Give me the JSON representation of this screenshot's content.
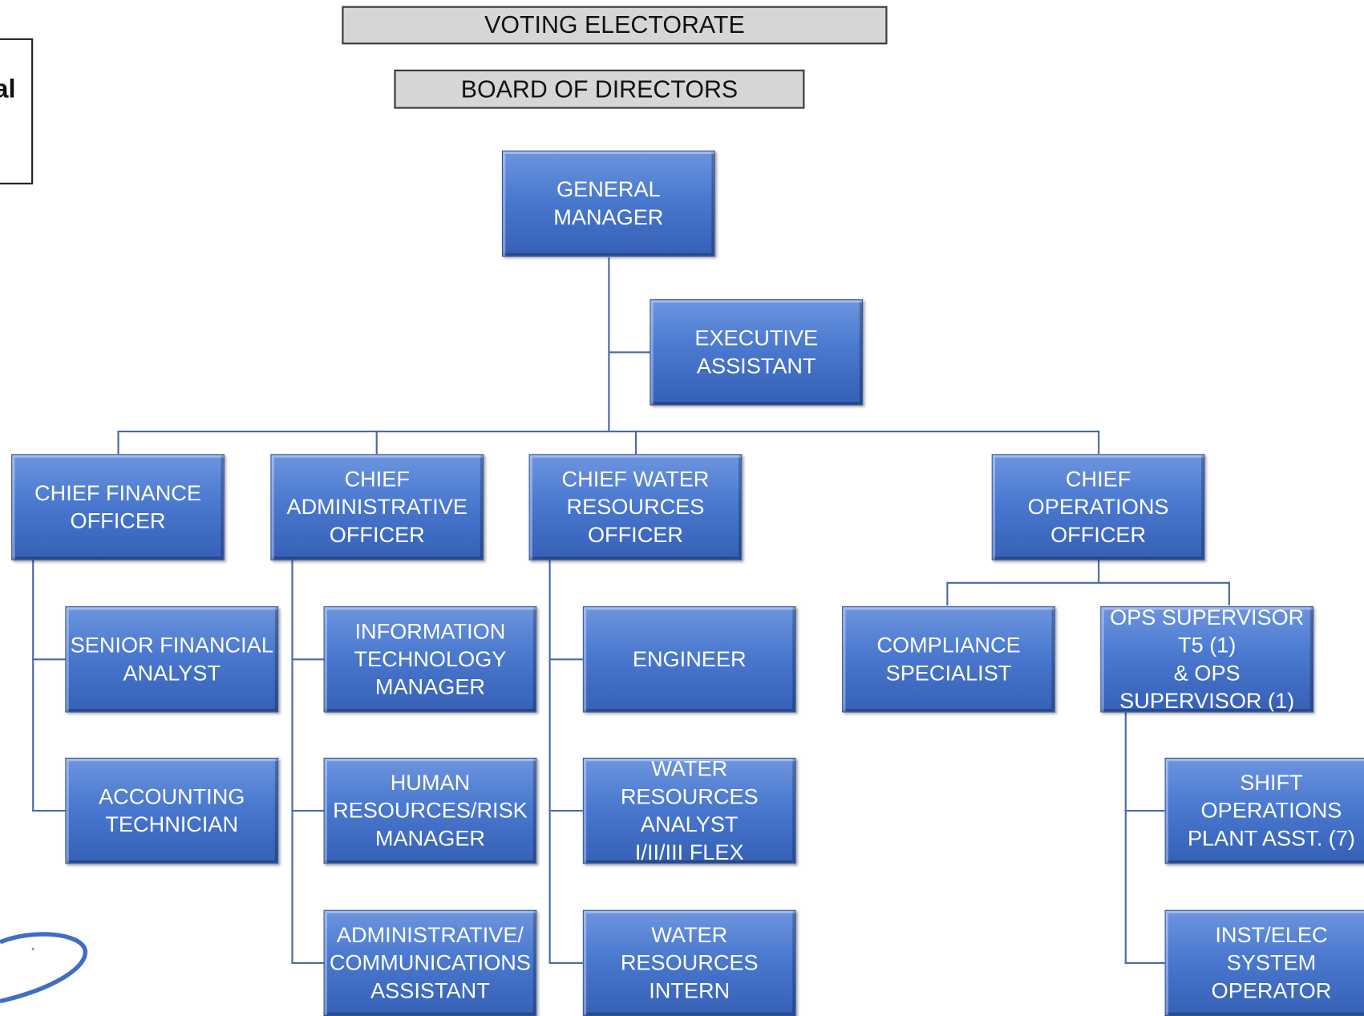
{
  "header_boxes": {
    "electorate": "VOTING ELECTORATE",
    "board": "BOARD OF DIRECTORS"
  },
  "left_panel_fragment": "al",
  "positions": {
    "gm": "GENERAL\nMANAGER",
    "ea": "EXECUTIVE\nASSISTANT",
    "cfo": "CHIEF FINANCE\nOFFICER",
    "cao": "CHIEF\nADMINISTRATIVE\nOFFICER",
    "cwro": "CHIEF WATER\nRESOURCES\nOFFICER",
    "coo": "CHIEF OPERATIONS\nOFFICER",
    "sfa": "SENIOR FINANCIAL\nANALYST",
    "acct": "ACCOUNTING\nTECHNICIAN",
    "itm": "INFORMATION\nTECHNOLOGY\nMANAGER",
    "hrm": "HUMAN\nRESOURCES/RISK\nMANAGER",
    "aca": "ADMINISTRATIVE/\nCOMMUNICATIONS\nASSISTANT",
    "eng": "ENGINEER",
    "wra": "WATER RESOURCES\nANALYST\nI/II/III FLEX",
    "wri": "WATER RESOURCES\nINTERN",
    "cs": "COMPLIANCE\nSPECIALIST",
    "ops": "OPS SUPERVISOR T5 (1)\n& OPS SUPERVISOR (1)",
    "shift": "SHIFT OPERATIONS\nPLANT ASST. (7)",
    "inst": "INST/ELEC SYSTEM\nOPERATOR"
  },
  "colors": {
    "box_fill": "#4a79cf",
    "connector": "#4a6ba6",
    "header_fill": "#d6d6d8"
  }
}
